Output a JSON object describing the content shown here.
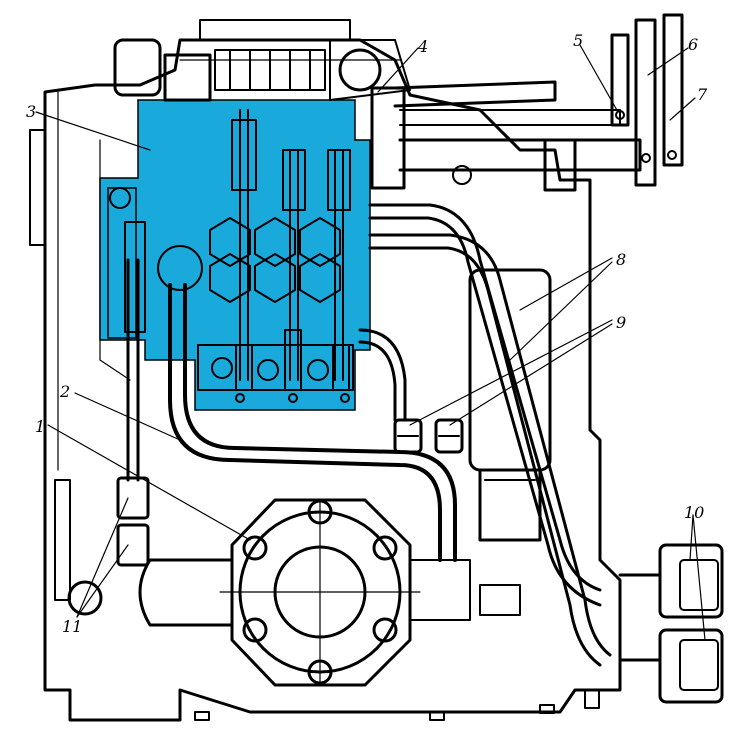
{
  "colors": {
    "ink": "#000000",
    "highlight": "#1aa9db",
    "paper": "#ffffff"
  },
  "callouts": [
    {
      "id": "1",
      "text": "1"
    },
    {
      "id": "2",
      "text": "2"
    },
    {
      "id": "3",
      "text": "3"
    },
    {
      "id": "4",
      "text": "4"
    },
    {
      "id": "5",
      "text": "5"
    },
    {
      "id": "6",
      "text": "6"
    },
    {
      "id": "7",
      "text": "7"
    },
    {
      "id": "8",
      "text": "8"
    },
    {
      "id": "9",
      "text": "9"
    },
    {
      "id": "10",
      "text": "10"
    },
    {
      "id": "11",
      "text": "11"
    }
  ]
}
